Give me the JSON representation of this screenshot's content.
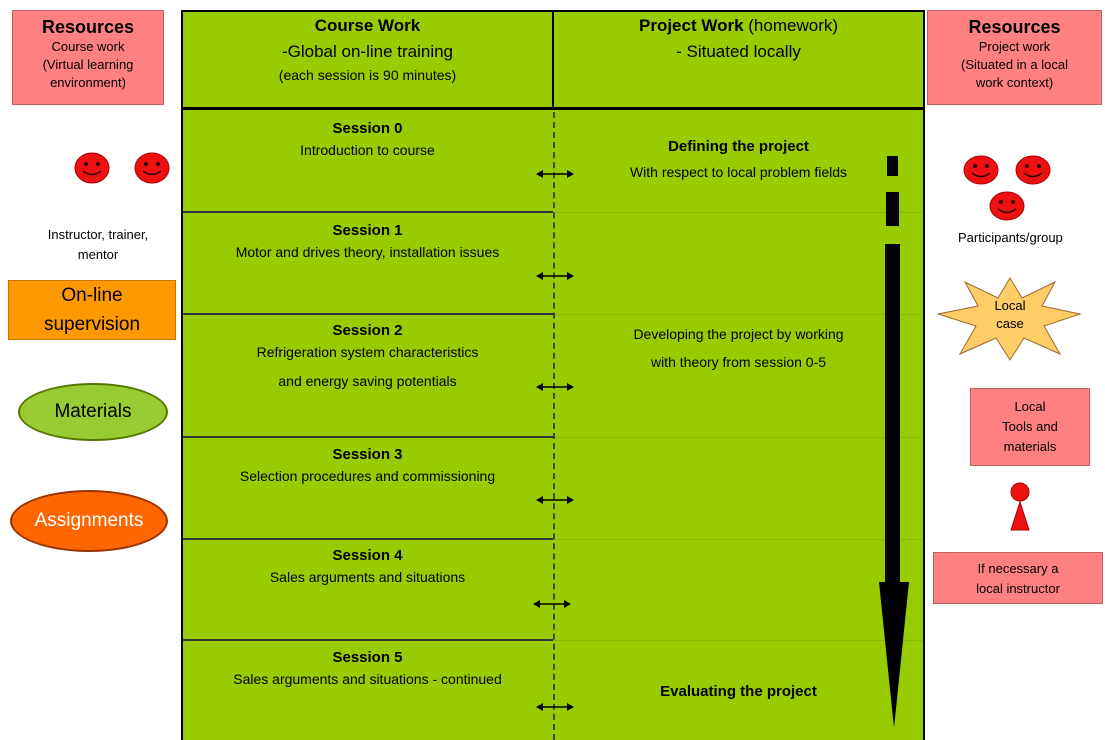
{
  "left_resources": {
    "title": "Resources",
    "subtitle_lines": [
      "Course work",
      "(Virtual learning",
      "environment)"
    ],
    "person_label_lines": [
      "Instructor, trainer,",
      "mentor"
    ],
    "online_supervision_lines": [
      "On-line",
      "supervision"
    ],
    "materials": "Materials",
    "assignments": "Assignments"
  },
  "course_work": {
    "title": "Course Work",
    "line1": "-Global on-line training",
    "line2": "(each session is 90 minutes)"
  },
  "project_work": {
    "title": "Project Work",
    "title_suffix": " (homework)",
    "line1": "- Situated locally"
  },
  "right_resources": {
    "title": "Resources",
    "subtitle_lines": [
      "Project work",
      "(Situated in a local",
      "work context)"
    ],
    "participants_label": "Participants/group",
    "local_case_lines": [
      "Local",
      "case"
    ],
    "tools_lines": [
      "Local",
      "Tools and",
      "materials"
    ],
    "instructor_lines": [
      "If necessary a",
      "local instructor"
    ]
  },
  "sessions": [
    {
      "title": "Session 0",
      "lines": [
        "Introduction to course"
      ]
    },
    {
      "title": "Session 1",
      "lines": [
        "Motor and drives theory, installation issues"
      ]
    },
    {
      "title": "Session 2",
      "lines": [
        "Refrigeration system characteristics",
        "and energy saving potentials"
      ]
    },
    {
      "title": "Session 3",
      "lines": [
        "Selection procedures and commissioning"
      ]
    },
    {
      "title": "Session 4",
      "lines": [
        "Sales arguments and situations"
      ]
    },
    {
      "title": "Session 5",
      "lines": [
        "Sales arguments and situations - continued"
      ]
    }
  ],
  "project_stages": {
    "define_title": "Defining the project",
    "define_desc": "With respect to local problem fields",
    "develop_lines": [
      "Developing the project by working",
      "with theory from session 0-5"
    ],
    "evaluate_title": "Evaluating the project"
  },
  "colors": {
    "green": "#99cc00",
    "pink": "#ff8080",
    "orange": "#ff9900",
    "light_green": "#99cc33",
    "dark_orange": "#ff6600",
    "face_red": "#ee1111",
    "star_fill": "#ffcc66"
  }
}
